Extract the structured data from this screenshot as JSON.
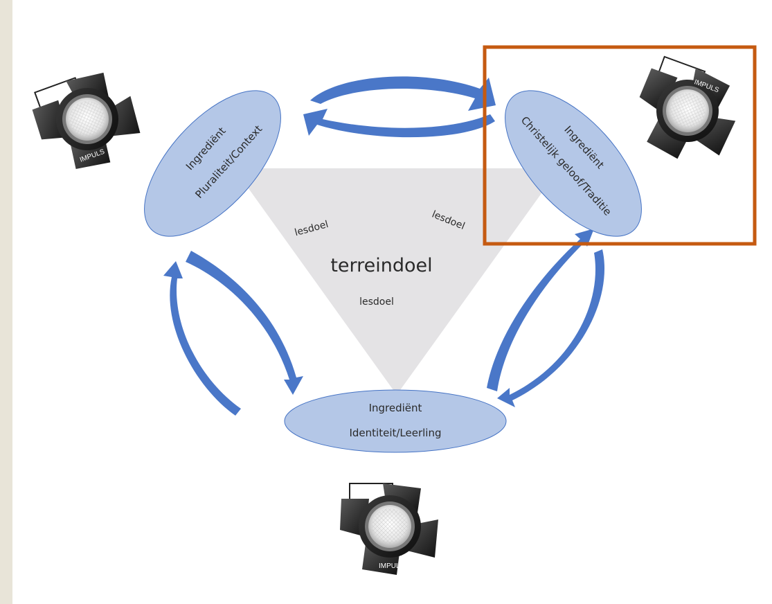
{
  "colors": {
    "page_margin": "#e8e4d8",
    "background": "#ffffff",
    "triangle": "#e4e3e5",
    "ellipse_fill": "#b4c7e7",
    "ellipse_stroke": "#4472c4",
    "arrow": "#4a77c8",
    "highlight": "#c55a11"
  },
  "center": {
    "title": "terreindoel",
    "goals": [
      "lesdoel",
      "lesdoel",
      "lesdoel"
    ]
  },
  "ingredients": [
    {
      "line1": "Ingrediënt",
      "line2": "Pluraliteit/Context"
    },
    {
      "line1": "Ingrediënt",
      "line2": "Christelijk geloof/Traditie"
    },
    {
      "line1": "Ingrediënt",
      "line2": "Identiteit/Leerling"
    }
  ],
  "spotlights": [
    {
      "icon": "spotlight-icon",
      "label": "IMPULS"
    },
    {
      "icon": "spotlight-icon",
      "label": "IMPULS"
    },
    {
      "icon": "spotlight-icon",
      "label": "IMPULS"
    }
  ],
  "highlight": {
    "target": "ingredient-christelijk-geloof-traditie",
    "shape": "rectangle-outline"
  }
}
